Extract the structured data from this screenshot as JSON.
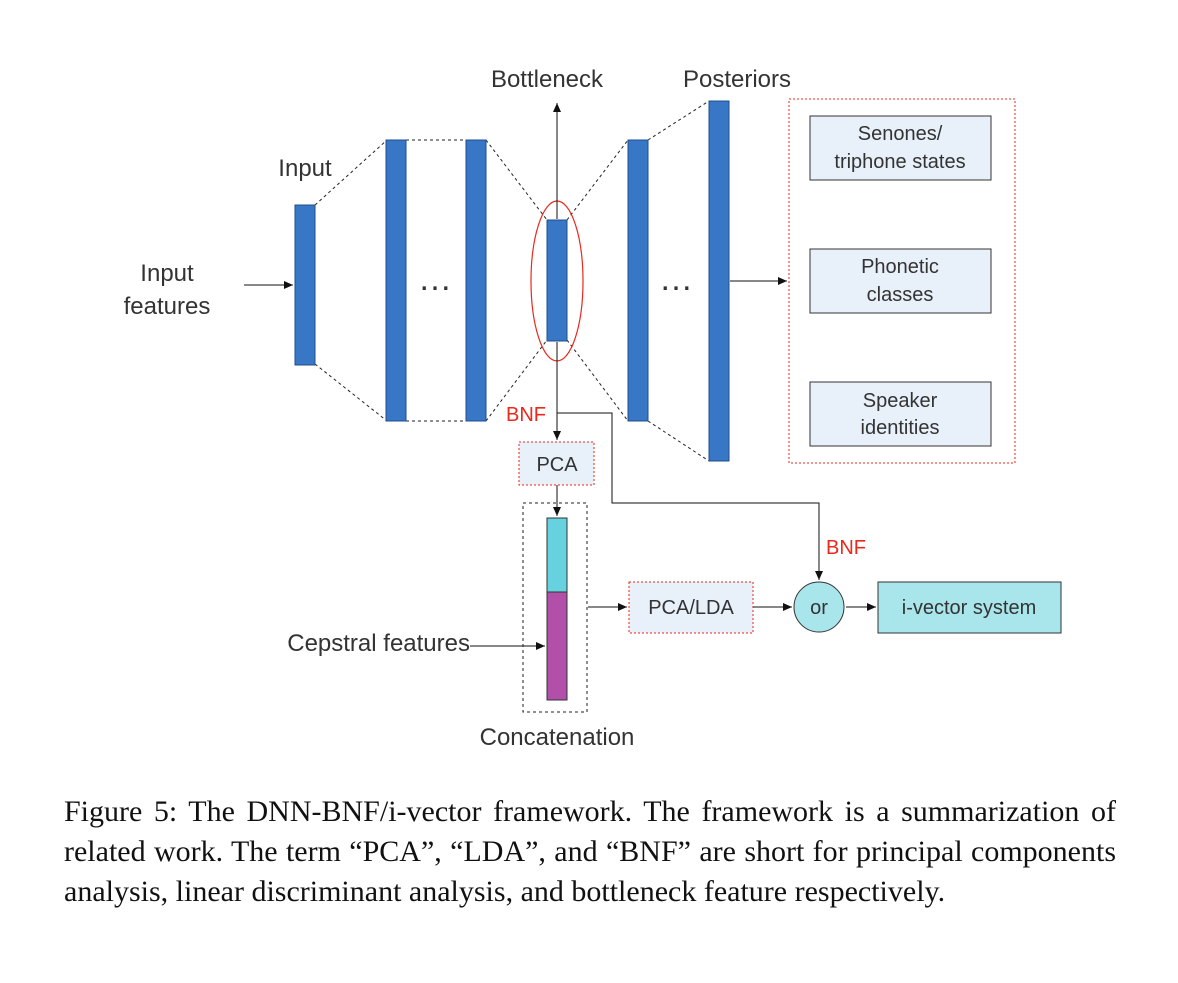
{
  "labels": {
    "bottleneck": "Bottleneck",
    "posteriors": "Posteriors",
    "input": "Input",
    "input_features_1": "Input",
    "input_features_2": "features",
    "ellipsis_left": "…",
    "ellipsis_right": "…",
    "bnf_top": "BNF",
    "bnf_right": "BNF",
    "pca": "PCA",
    "pca_lda": "PCA/LDA",
    "or": "or",
    "ivector": "i-vector system",
    "cepstral": "Cepstral features",
    "concatenation": "Concatenation"
  },
  "posterior_boxes": [
    {
      "line1": "Senones/",
      "line2": "triphone states"
    },
    {
      "line1": "Phonetic",
      "line2": "classes"
    },
    {
      "line1": "Speaker",
      "line2": "identities"
    }
  ],
  "caption": "Figure 5: The DNN-BNF/i-vector framework. The framework is a summarization of related work. The term “PCA”, “LDA”, and “BNF” are short for principal components analysis, linear discriminant analysis, and bottleneck feature respectively.",
  "colors": {
    "layer": "#3876c6",
    "layer_border": "#1f4f8f",
    "box_fill": "#e8f0fa",
    "cyan": "#66d2e0",
    "magenta": "#b24fa8",
    "ivector_fill": "#a9e6ec",
    "red": "#e8291c"
  }
}
